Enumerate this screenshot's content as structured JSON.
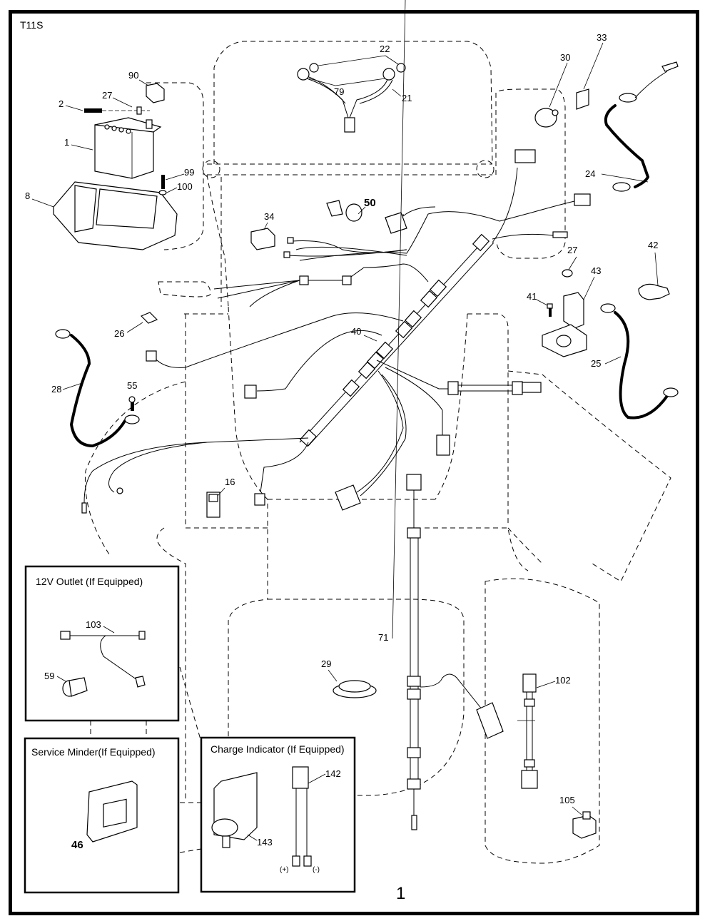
{
  "diagram": {
    "model_code": "T11S",
    "page_number": "1",
    "colors": {
      "line": "#000000",
      "background": "#ffffff"
    }
  },
  "parts": {
    "p1": "1",
    "p2": "2",
    "p8": "8",
    "p16": "16",
    "p21": "21",
    "p22": "22",
    "p24": "24",
    "p25": "25",
    "p26": "26",
    "p27a": "27",
    "p27b": "27",
    "p28": "28",
    "p29": "29",
    "p30": "30",
    "p33": "33",
    "p34": "34",
    "p40": "40",
    "p41": "41",
    "p42": "42",
    "p43": "43",
    "p50": "50",
    "p55": "55",
    "p71": "71",
    "p79": "79",
    "p90": "90",
    "p99": "99",
    "p100": "100",
    "p102": "102",
    "p105": "105"
  },
  "insets": {
    "outlet": {
      "title": "12V Outlet (If Equipped)",
      "parts": {
        "p103": "103",
        "p59": "59"
      }
    },
    "service_minder": {
      "title": "Service Minder(If Equipped)",
      "parts": {
        "p46": "46"
      }
    },
    "charge_indicator": {
      "title": "Charge Indicator (If Equipped)",
      "parts": {
        "p142": "142",
        "p143": "143"
      },
      "terminal_plus": "(+)",
      "terminal_minus": "(-)"
    }
  }
}
